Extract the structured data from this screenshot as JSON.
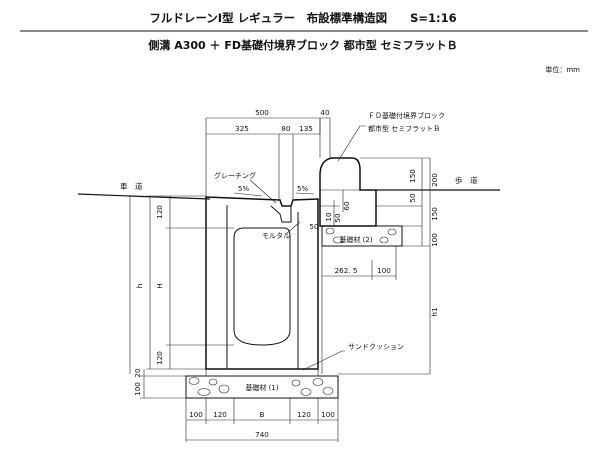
{
  "title": "フルドレーンⅠ型 レギュラー　布設標準構造図　　S=1:16",
  "subtitle": "側溝 A300 ＋ FD基礎付境界ブロック 都市型 セミフラットＢ",
  "unit_label": "単位：mm",
  "labels": {
    "roadway": "車　道",
    "sidewalk": "歩　道",
    "grating": "グレーチング",
    "slope_left": "5%",
    "slope_right": "5%",
    "mortar": "モルタル",
    "block_line1": "ＦＤ基礎付境界ブロック",
    "block_line2": "都市型 セミフラットＢ",
    "foundation2": "基礎材 (2)",
    "sand_cushion": "サンドクッション",
    "foundation1": "基礎材 (1)"
  },
  "dimensions": {
    "top_500": "500",
    "top_40": "40",
    "top_325": "325",
    "top_80": "80",
    "top_135": "135",
    "right_150a": "150",
    "right_200": "200",
    "right_50": "50",
    "right_150b": "150",
    "right_100": "100",
    "mid_10": "10",
    "mid_50a": "50",
    "mid_60": "60",
    "mid_50b": "50",
    "inner_262": "262. 5",
    "inner_100": "100",
    "h1": "h1",
    "left_120a": "120",
    "left_H": "H",
    "left_h": "h",
    "left_120b": "120",
    "left_100": "100",
    "left_20": "20",
    "bot_100a": "100",
    "bot_120a": "120",
    "bot_B": "B",
    "bot_120b": "120",
    "bot_100b": "100",
    "bot_740": "740"
  }
}
